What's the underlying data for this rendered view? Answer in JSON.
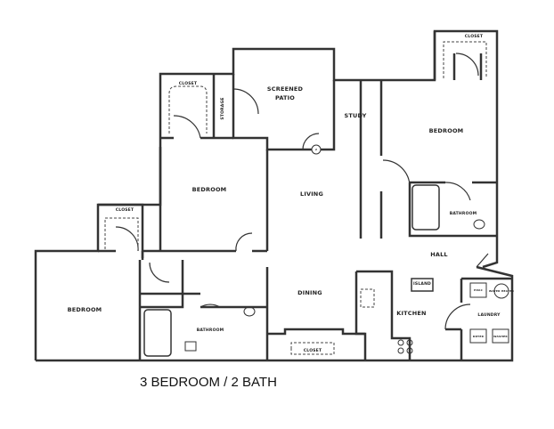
{
  "plan": {
    "title": "3 BEDROOM / 2 BATH",
    "rooms": [
      {
        "key": "screened_patio",
        "label": "SCREENED\nPATIO"
      },
      {
        "key": "storage",
        "label": "STORAGE"
      },
      {
        "key": "closet_1",
        "label": "CLOSET"
      },
      {
        "key": "study",
        "label": "STUDY"
      },
      {
        "key": "bedroom_right",
        "label": "BEDROOM"
      },
      {
        "key": "closet_right",
        "label": "CLOSET"
      },
      {
        "key": "bathroom_right",
        "label": "BATHROOM"
      },
      {
        "key": "bedroom_middle",
        "label": "BEDROOM"
      },
      {
        "key": "living",
        "label": "LIVING"
      },
      {
        "key": "closet_left",
        "label": "CLOSET"
      },
      {
        "key": "bedroom_left",
        "label": "BEDROOM"
      },
      {
        "key": "bathroom_left",
        "label": "BATHROOM"
      },
      {
        "key": "dining",
        "label": "DINING"
      },
      {
        "key": "closet_dining",
        "label": "CLOSET"
      },
      {
        "key": "hall",
        "label": "HALL"
      },
      {
        "key": "island",
        "label": "ISLAND"
      },
      {
        "key": "kitchen",
        "label": "KITCHEN"
      },
      {
        "key": "laundry",
        "label": "LAUNDRY"
      },
      {
        "key": "hvac",
        "label": "HVAC"
      },
      {
        "key": "water_heater",
        "label": "WATER HEATER"
      },
      {
        "key": "dryer",
        "label": "DRYER"
      },
      {
        "key": "washer",
        "label": "WASHER"
      }
    ],
    "door_marker": "2",
    "colors": {
      "wall": "#333333",
      "background": "#ffffff",
      "text": "#222222"
    }
  }
}
